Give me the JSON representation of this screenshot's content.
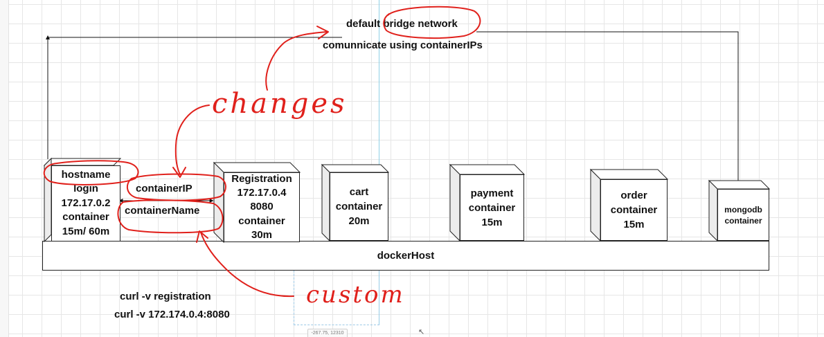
{
  "network": {
    "title": "default bridge network",
    "subtitle": "comunnicate using containerIPs"
  },
  "containers": [
    {
      "id": "login",
      "lines": [
        "hostname",
        "login",
        "172.17.0.2",
        "container",
        "15m/ 60m"
      ]
    },
    {
      "id": "registration",
      "lines": [
        "Registration",
        "172.17.0.4",
        "8080",
        "container",
        "30m"
      ]
    },
    {
      "id": "cart",
      "lines": [
        "cart",
        "container",
        "20m"
      ]
    },
    {
      "id": "payment",
      "lines": [
        "payment",
        "container",
        "15m"
      ]
    },
    {
      "id": "order",
      "lines": [
        "order",
        "container",
        "15m"
      ]
    },
    {
      "id": "mongodb",
      "lines": [
        "mongodb",
        "container"
      ]
    }
  ],
  "link_labels": {
    "container_ip": "containerIP",
    "container_name": "containerName"
  },
  "host": {
    "label": "dockerHost"
  },
  "commands": {
    "by_name": "curl -v registration",
    "by_ip": "curl -v 172.174.0.4:8080"
  },
  "annotations": {
    "changes": "changes",
    "custom": "custom",
    "ink_color": "#e0201b"
  },
  "canvas_status": {
    "coordinates": "-267.75, 12310"
  }
}
